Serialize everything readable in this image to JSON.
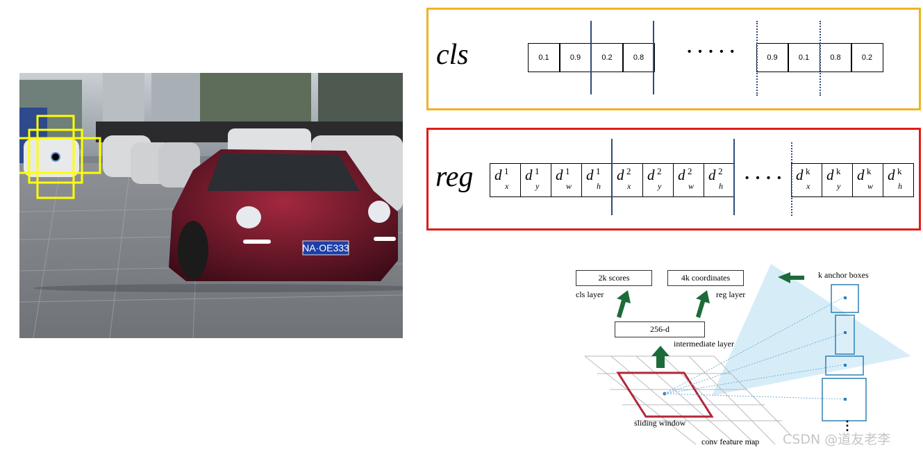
{
  "cls": {
    "label": "cls",
    "left_scores": [
      "0.1",
      "0.9",
      "0.2",
      "0.8"
    ],
    "ellipsis": "• • • • •",
    "right_scores": [
      "0.9",
      "0.1",
      "0.8",
      "0.2"
    ]
  },
  "reg": {
    "label": "reg",
    "groups": [
      {
        "cells": [
          {
            "sup": "1",
            "sub": "x"
          },
          {
            "sup": "1",
            "sub": "y"
          },
          {
            "sup": "1",
            "sub": "w"
          },
          {
            "sup": "1",
            "sub": "h"
          }
        ]
      },
      {
        "cells": [
          {
            "sup": "2",
            "sub": "x"
          },
          {
            "sup": "2",
            "sub": "y"
          },
          {
            "sup": "2",
            "sub": "w"
          },
          {
            "sup": "2",
            "sub": "h"
          }
        ]
      },
      {
        "cells": [
          {
            "sup": "k",
            "sub": "x"
          },
          {
            "sup": "k",
            "sub": "y"
          },
          {
            "sup": "k",
            "sub": "w"
          },
          {
            "sup": "k",
            "sub": "h"
          }
        ]
      }
    ],
    "letter": "d",
    "ellipsis": "• • • •"
  },
  "rpn": {
    "scores_box": "2k scores",
    "coords_box": "4k coordinates",
    "cls_layer": "cls layer",
    "reg_layer": "reg layer",
    "intermediate_box": "256-d",
    "intermediate_label": "intermediate layer",
    "anchor_label": "k anchor boxes",
    "sliding_window": "sliding window",
    "feature_map": "conv feature map",
    "vertical_dots": "⋮"
  },
  "photo": {
    "plate": "NA·OE333"
  },
  "watermark": "CSDN @道友老李",
  "colors": {
    "cls_border": "#f0b323",
    "reg_border": "#e21b1b",
    "divider": "#2e4a7a",
    "arrow": "#1d6b3a",
    "window": "#b3263a",
    "anchor_box": "#2f7fb3",
    "fov": "#cfeaf7",
    "yellow_box": "#ffff00"
  }
}
